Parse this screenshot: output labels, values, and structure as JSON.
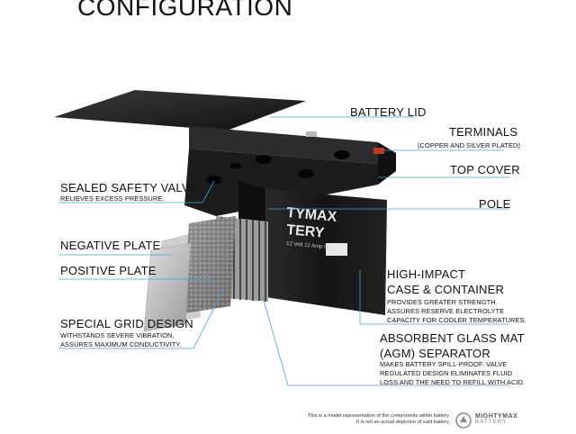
{
  "title": "CONFIGURATION",
  "labels": {
    "battery_lid": "BATTERY LID",
    "terminals": "TERMINALS",
    "terminals_sub": "(COPPER AND SILVER PLATED)",
    "top_cover": "TOP COVER",
    "pole": "POLE",
    "safety_valve": "SEALED SAFETY VALVE",
    "safety_valve_sub": "RELIEVES EXCESS PRESSURE.",
    "negative_plate": "NEGATIVE PLATE",
    "positive_plate": "POSITIVE PLATE",
    "grid_design": "SPECIAL GRID DESIGN",
    "grid_design_sub1": "WITHSTANDS SEVERE VIBRATION,",
    "grid_design_sub2": "ASSURES MAXIMUM CONDUCTIVITY.",
    "case_line1": "HIGH-IMPACT",
    "case_line2": "CASE & CONTAINER",
    "case_sub1": "PROVIDES GREATER STRENGTH.",
    "case_sub2": "ASSURES RESERVE ELECTROLYTE",
    "case_sub3": "CAPACITY FOR COOLER TEMPERATURES.",
    "agm_line1": "ABSORBENT GLASS MAT",
    "agm_line2": "(AGM) SEPARATOR",
    "agm_sub1": "MAKES BATTERY SPILL-PROOF. VALVE",
    "agm_sub2": "REGULATED DESIGN ELIMINATES FLUID",
    "agm_sub3": "LOSS AND THE NEED TO REFILL WITH ACID."
  },
  "battery_print": {
    "brand_line1": "TYMAX",
    "brand_line2": "TERY",
    "spec": "12 Volt 12 Amp Hr"
  },
  "footer": {
    "line1": "This is a model representation of the components within battery.",
    "line2": "It is not an actual depiction of said battery."
  },
  "logo": {
    "line1": "MIGHTYMAX",
    "line2": "BATTERY"
  },
  "colors": {
    "leader_line": "#3aa6d8",
    "battery_body": "#1a1a1a",
    "plate_gray": "#bdbdbd"
  }
}
